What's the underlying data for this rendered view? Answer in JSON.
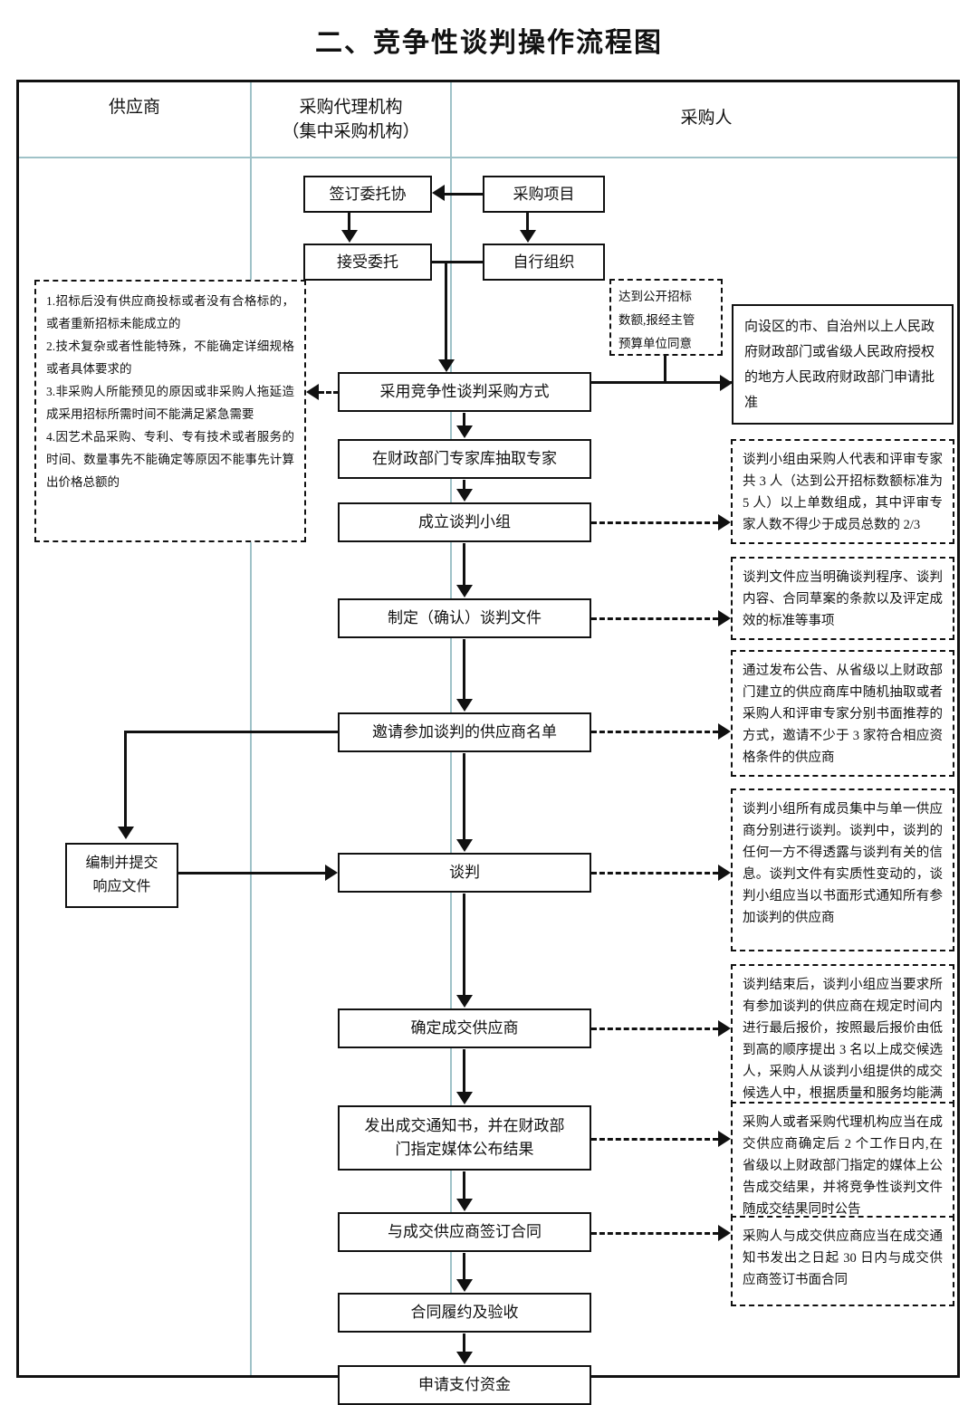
{
  "title": "二、竞争性谈判操作流程图",
  "lanes": [
    {
      "name": "supplier",
      "label": "供应商"
    },
    {
      "name": "agency",
      "label": "采购代理机构\n（集中采购机构）",
      "line1": "采购代理机构",
      "line2": "（集中采购机构）"
    },
    {
      "name": "buyer",
      "label": "采购人"
    }
  ],
  "nodes": {
    "sign_entrust": "签订委托协",
    "purchase_project": "采购项目",
    "accept_entrust": "接受委托",
    "self_organize": "自行组织",
    "apply_approval": "向设区的市、自治州以上人民政府财政部门或省级人民政府授权的地方人民政府财政部门申请批准",
    "adopt_method": "采用竞争性谈判采购方式",
    "draw_experts": "在财政部门专家库抽取专家",
    "form_group": "成立谈判小组",
    "make_docs": "制定（确认）谈判文件",
    "invite_list": "邀请参加谈判的供应商名单",
    "prepare_response": "编制并提交\n响应文件",
    "prepare_response_line1": "编制并提交",
    "prepare_response_line2": "响应文件",
    "negotiate": "谈判",
    "determine_winner": "确定成交供应商",
    "issue_notice": "发出成交通知书，并在财政部\n门指定媒体公布结果",
    "issue_notice_line1": "发出成交通知书，并在财政部",
    "issue_notice_line2": "门指定媒体公布结果",
    "sign_contract": "与成交供应商签订合同",
    "contract_performance": "合同履约及验收",
    "apply_payment": "申请支付资金"
  },
  "notes": {
    "conditions": "1.招标后没有供应商投标或者没有合格标的，或者重新招标未能成立的\n2.技术复杂或者性能特殊，不能确定详细规格或者具体要求的\n3.非采购人所能预见的原因或非采购人拖延造成采用招标所需时间不能满足紧急需要\n4.因艺术品采购、专利、专有技术或者服务的时间、数量事先不能确定等原因不能事先计算出价格总额的",
    "threshold": "达到公开招标数额,报经主管预算单位同意",
    "threshold_l1": "达到公开招标",
    "threshold_l2": "数额,报经主管",
    "threshold_l3": "预算单位同意",
    "group_composition": "谈判小组由采购人代表和评审专家共 3 人（达到公开招标数额标准为 5 人）以上单数组成，其中评审专家人数不得少于成员总数的 2/3",
    "doc_requirements": "谈判文件应当明确谈判程序、谈判内容、合同草案的条款以及评定成效的标准等事项",
    "invite_requirements": "通过发布公告、从省级以上财政部门建立的供应商库中随机抽取或者采购人和评审专家分别书面推荐的方式，邀请不少于 3 家符合相应资格条件的供应商",
    "negotiation_rules": "谈判小组所有成员集中与单一供应商分别进行谈判。谈判中，谈判的任何一方不得透露与谈判有关的信息。谈判文件有实质性变动的，谈判小组应当以书面形式通知所有参加谈判的供应商",
    "award_rules": "谈判结束后，谈判小组应当要求所有参加谈判的供应商在规定时间内进行最后报价，按照最后报价由低到高的顺序提出 3 名以上成交候选人，采购人从谈判小组提供的成交候选人中，根据质量和服务均能满足采购文件实质性响应要求且最后报价最低的原则确定成交供应商，也可以书面授权谈判小组直接确定成交供应商",
    "announce_rules": "采购人或者采购代理机构应当在成交供应商确定后 2 个工作日内,在省级以上财政部门指定的媒体上公告成交结果，并将竞争性谈判文件随成交结果同时公告",
    "contract_rules": "采购人与成交供应商应当在成交通知书发出之日起 30 日内与成交供应商签订书面合同"
  },
  "colors": {
    "line": "#111111",
    "lane_divider": "#9fc2c8",
    "background": "#ffffff"
  }
}
